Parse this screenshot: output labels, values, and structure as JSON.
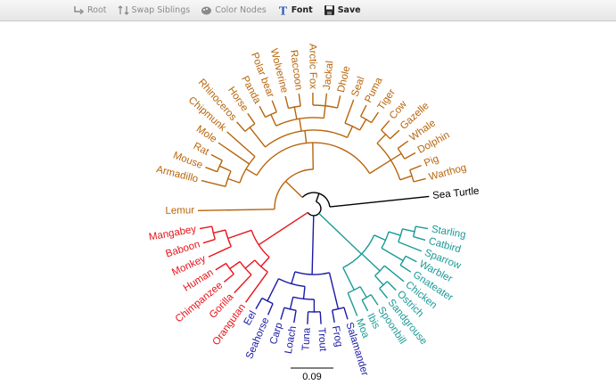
{
  "toolbar": {
    "buttons": [
      {
        "id": "root",
        "label": "Root",
        "icon": "root-icon",
        "active": false
      },
      {
        "id": "swap",
        "label": "Swap Siblings",
        "icon": "swap-siblings-icon",
        "active": false
      },
      {
        "id": "color",
        "label": "Color Nodes",
        "icon": "color-nodes-icon",
        "active": false
      },
      {
        "id": "font",
        "label": "Font",
        "icon": "font-icon",
        "active": true
      },
      {
        "id": "save",
        "label": "Save",
        "icon": "save-icon",
        "active": true
      }
    ]
  },
  "colors": {
    "mammals": "#b8650c",
    "primates": "#e8141a",
    "fish": "#1a1aa6",
    "birds": "#1a9a96",
    "outgroup": "#000000",
    "toolbar_inactive": "#8a8a8a",
    "toolbar_active": "#222222"
  },
  "tree": {
    "clades": [
      {
        "id": "mammals",
        "color_key": "mammals",
        "leaves": [
          "Lemur",
          "Armadillo",
          "Mouse",
          "Rat",
          "Mole",
          "Chipmunk",
          "Rhinoceros",
          "Horse",
          "Panda",
          "Polar bear",
          "Wolverine",
          "Raccoon",
          "Arctic Fox",
          "Jackal",
          "Dhole",
          "Seal",
          "Puma",
          "Tiger",
          "Cow",
          "Gazelle",
          "Whale",
          "Dolphin",
          "Pig",
          "Warthog"
        ]
      },
      {
        "id": "outgroup",
        "color_key": "outgroup",
        "leaves": [
          "Sea Turtle"
        ]
      },
      {
        "id": "birds",
        "color_key": "birds",
        "leaves": [
          "Starling",
          "Catbird",
          "Sparrow",
          "Warbler",
          "Gnateater",
          "Chicken",
          "Ostrich",
          "Sandgrouse",
          "Spoonbill",
          "Ibis",
          "Moa"
        ]
      },
      {
        "id": "fish",
        "color_key": "fish",
        "leaves": [
          "Salamander",
          "Frog",
          "Trout",
          "Tuna",
          "Loach",
          "Carp",
          "Seahorse",
          "Eel"
        ]
      },
      {
        "id": "primates",
        "color_key": "primates",
        "leaves": [
          "Orangutan",
          "Gorilla",
          "Chimpanzee",
          "Human",
          "Monkey",
          "Baboon",
          "Mangabey"
        ]
      }
    ],
    "scale_label": "0.09"
  }
}
